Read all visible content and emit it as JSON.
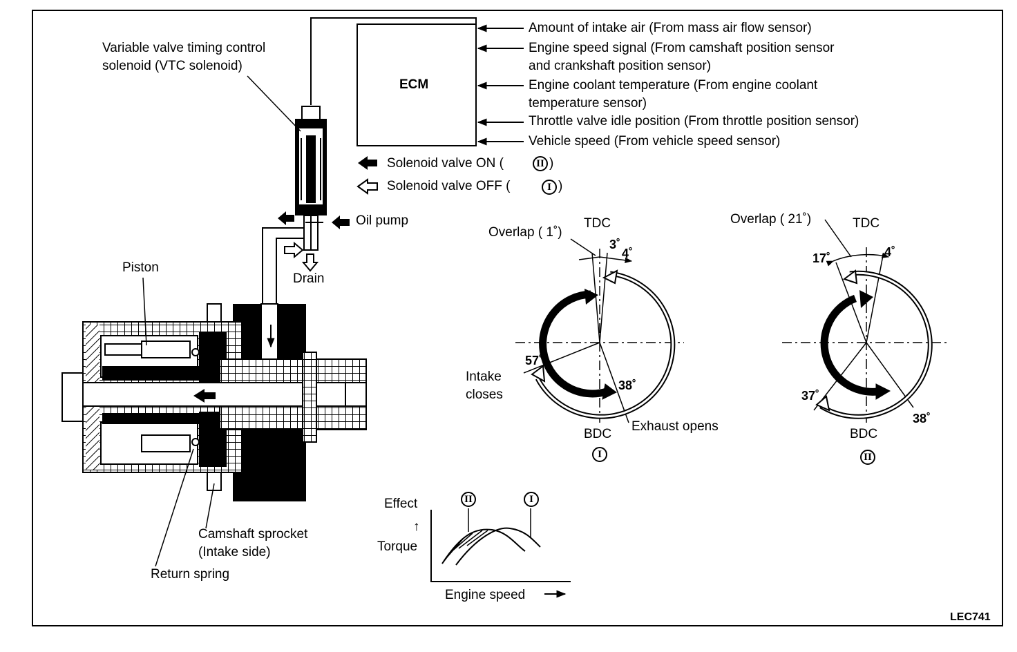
{
  "ecm": {
    "label": "ECM"
  },
  "inputs": [
    "Amount of intake air (From mass air flow sensor)",
    "Engine speed signal (From camshaft position sensor",
    "and crankshaft position sensor)",
    "Engine coolant temperature (From engine coolant",
    "temperature sensor)",
    "Throttle valve idle position (From throttle position sensor)",
    "Vehicle speed (From vehicle speed sensor)"
  ],
  "legend": {
    "on_label": "Solenoid valve ON (",
    "on_roman": "II",
    "off_label": "Solenoid valve OFF (",
    "off_roman": "I",
    "close_paren": ")"
  },
  "solenoid": {
    "line1": "Variable valve timing control",
    "line2": "solenoid (VTC solenoid)"
  },
  "hydraulics": {
    "oil_pump": "Oil pump",
    "drain": "Drain"
  },
  "parts": {
    "piston": "Piston",
    "sprocket_line1": "Camshaft sprocket",
    "sprocket_line2": "(Intake side)",
    "return_spring": "Return spring"
  },
  "timing_I": {
    "overlap": "Overlap ( 1˚)",
    "tdc": "TDC",
    "bdc": "BDC",
    "a3": "3˚",
    "a4": "4˚",
    "a57": "57˚",
    "a38": "38˚",
    "intake_closes_1": "Intake",
    "intake_closes_2": "closes",
    "exhaust_opens": "Exhaust opens",
    "roman": "I"
  },
  "timing_II": {
    "overlap": "Overlap ( 21˚)",
    "tdc": "TDC",
    "bdc": "BDC",
    "a17": "17˚",
    "a4": "4˚",
    "a37": "37˚",
    "a38": "38˚",
    "roman": "II"
  },
  "graph": {
    "effect": "Effect",
    "arrow_up": "↑",
    "torque": "Torque",
    "xlabel": "Engine speed",
    "curve_II": "II",
    "curve_I": "I"
  },
  "code": "LEC741"
}
